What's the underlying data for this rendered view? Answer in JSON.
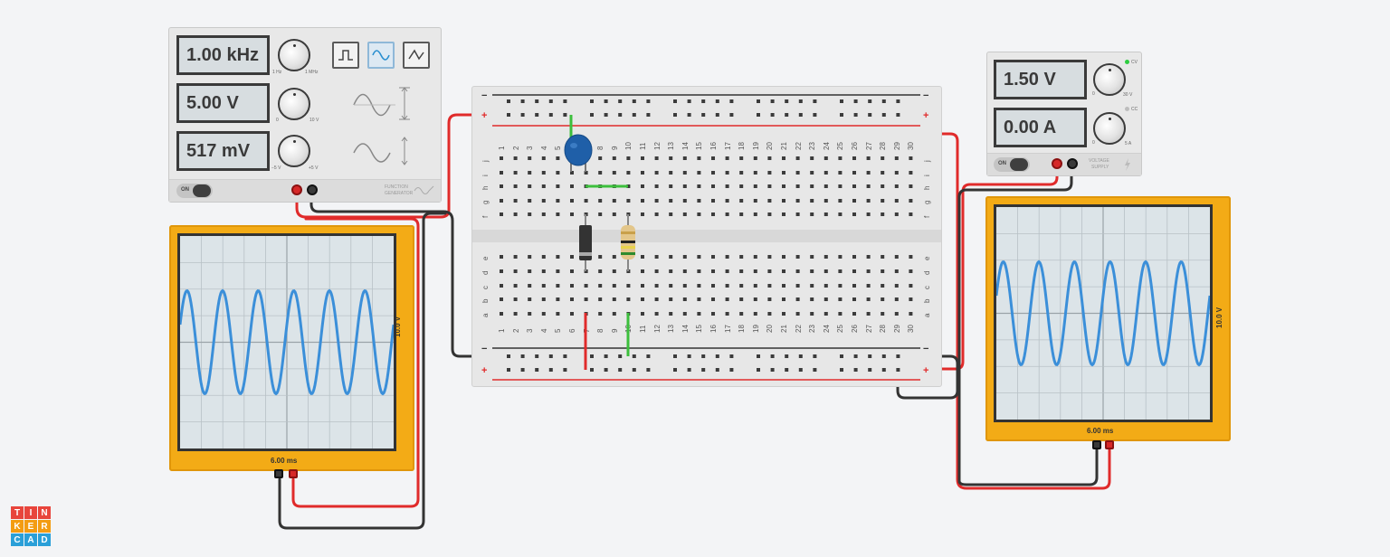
{
  "function_generator": {
    "frequency": "1.00 kHz",
    "amplitude": "5.00 V",
    "offset": "517 mV",
    "freq_min": "1 Hz",
    "freq_max": "1 MHz",
    "amp_min": "0",
    "amp_max": "10 V",
    "off_min": "−5 V",
    "off_max": "+5 V",
    "power_label": "ON",
    "brand_line1": "FUNCTION",
    "brand_line2": "GENERATOR",
    "waveforms": [
      "square-wave",
      "sine-wave",
      "triangle-wave"
    ],
    "selected_waveform": "sine-wave"
  },
  "power_supply": {
    "voltage": "1.50 V",
    "current": "0.00 A",
    "v_min": "0",
    "v_max": "30 V",
    "a_min": "0",
    "a_max": "5 A",
    "cv_label": "CV",
    "cc_label": "CC",
    "power_label": "ON",
    "brand_line1": "VOLTAGE",
    "brand_line2": "SUPPLY",
    "cv_led_color": "#2ecc40"
  },
  "breadboard": {
    "column_numbers": [
      "1",
      "2",
      "3",
      "4",
      "5",
      "6",
      "7",
      "8",
      "9",
      "10",
      "11",
      "12",
      "13",
      "14",
      "15",
      "16",
      "17",
      "18",
      "19",
      "20",
      "21",
      "22",
      "23",
      "24",
      "25",
      "26",
      "27",
      "28",
      "29",
      "30"
    ],
    "top_rows": [
      "j",
      "i",
      "h",
      "g",
      "f"
    ],
    "bottom_rows": [
      "e",
      "d",
      "c",
      "b",
      "a"
    ],
    "rail_minus": "−",
    "rail_plus": "+"
  },
  "oscilloscope_left": {
    "time_per_div": "6.00 ms",
    "volts": "10.0 V",
    "trace_color": "#3b8fd9"
  },
  "oscilloscope_right": {
    "time_per_div": "6.00 ms",
    "volts": "10.0 V",
    "trace_color": "#3b8fd9"
  },
  "logo": {
    "letters": [
      "T",
      "I",
      "N",
      "K",
      "E",
      "R",
      "C",
      "A",
      "D"
    ],
    "colors": [
      "#e8453c",
      "#e8453c",
      "#e8453c",
      "#f39c12",
      "#f39c12",
      "#f39c12",
      "#2a9fd8",
      "#2a9fd8",
      "#2a9fd8"
    ]
  },
  "colors": {
    "wire_red": "#e02b2b",
    "wire_black": "#333333",
    "wire_green": "#3cbf3c",
    "capacitor": "#1f5fa8"
  }
}
